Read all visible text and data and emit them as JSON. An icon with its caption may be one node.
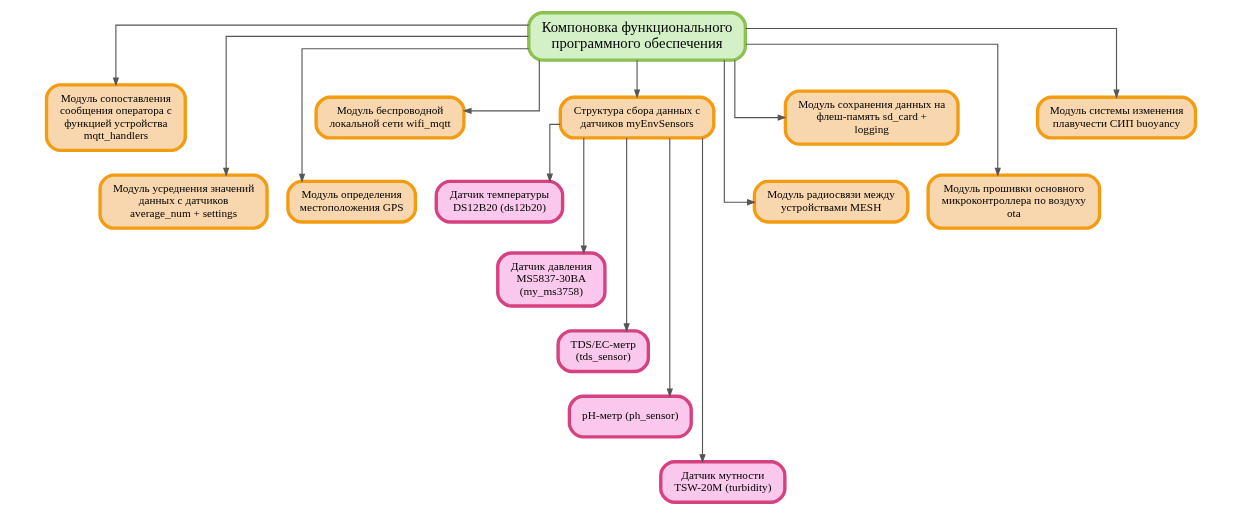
{
  "diagram": {
    "nodes": [
      {
        "text": [
          "Компоновка функционального программного обеспечения"
        ]
      },
      {
        "text": [
          "Модуль сопоставления сообщения оператора с функцией устройства mqtt_handlers"
        ]
      },
      {
        "text": [
          "Модуль усреднения значений данных с датчиков average_num + settings"
        ]
      },
      {
        "text": [
          "Модуль беспроводной локальной сети wifi_mqtt"
        ]
      },
      {
        "text": [
          "Модуль определения местоположения GPS"
        ]
      },
      {
        "text": [
          "Структура сбора данных с датчиков myEnvSensors"
        ]
      },
      {
        "text": [
          "Датчик температуры DS12B20 (ds12b20)"
        ]
      },
      {
        "text": [
          "Датчик давления MS5837-30BA (my_ms3758)"
        ]
      },
      {
        "text": [
          "TDS/EC-метр (tds_sensor)"
        ]
      },
      {
        "text": [
          "pH-метр (ph_sensor)"
        ]
      },
      {
        "text": [
          "Датчик мутности TSW-20M (turbidity)"
        ]
      },
      {
        "text": [
          "Модуль радиосвязи между устройствами MESH"
        ]
      },
      {
        "text": [
          "Модуль сохранения данных на флеш-память sd_card + logging"
        ]
      },
      {
        "text": [
          "Модуль прошивки основного микроконтроллера по воздуху ota"
        ]
      },
      {
        "text": [
          "Модуль системы изменения плавучести СИП buoyancy"
        ]
      }
    ],
    "edges": [
      {
        "from": 0,
        "to": 1,
        "arrow": "to"
      },
      {
        "from": 0,
        "to": 2,
        "arrow": "to"
      },
      {
        "from": 0,
        "to": 3,
        "arrow": "to"
      },
      {
        "from": 0,
        "to": 4,
        "arrow": "to"
      },
      {
        "from": 0,
        "to": 5,
        "arrow": "to"
      },
      {
        "from": 0,
        "to": 11,
        "arrow": "to"
      },
      {
        "from": 0,
        "to": 12,
        "arrow": "to"
      },
      {
        "from": 0,
        "to": 13,
        "arrow": "to"
      },
      {
        "from": 0,
        "to": 14,
        "arrow": "to"
      },
      {
        "from": 5,
        "to": 6,
        "arrow": "to"
      },
      {
        "from": 5,
        "to": 7,
        "arrow": "to"
      },
      {
        "from": 5,
        "to": 8,
        "arrow": "to"
      },
      {
        "from": 5,
        "to": 9,
        "arrow": "to"
      },
      {
        "from": 5,
        "to": 10,
        "arrow": "to"
      }
    ]
  }
}
